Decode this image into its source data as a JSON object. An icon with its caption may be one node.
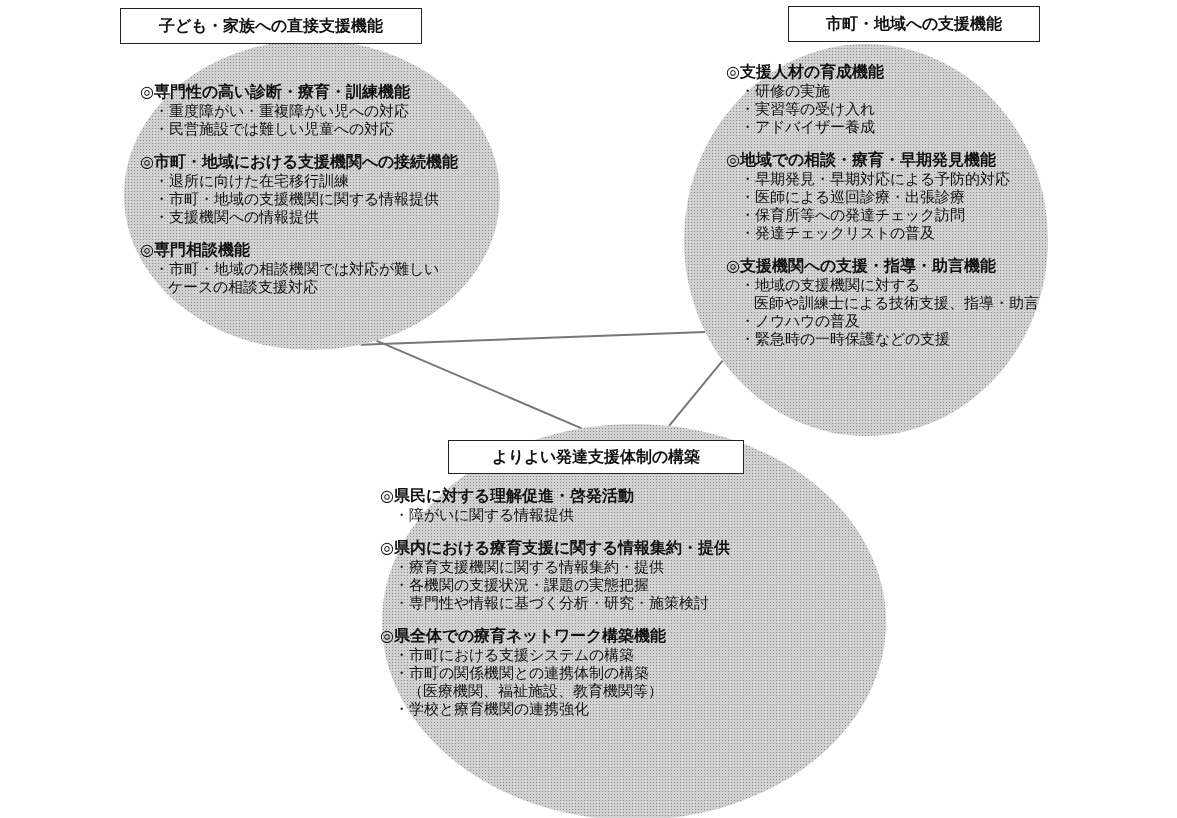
{
  "diagram": {
    "nodes": [
      {
        "text": [
          "子ども・家族への直接支援機能"
        ]
      },
      {
        "text": [
          "◎専門性の高い診断・療育・訓練機能",
          "・重度障がい・重複障がい児への対応",
          "・民営施設では難しい児童への対応",
          "◎市町・地域における支援機関への接続機能",
          "・退所に向けた在宅移行訓練",
          "・市町・地域の支援機関に関する情報提供",
          "・支援機関への情報提供",
          "◎専門相談機能",
          "・市町・地域の相談機関では対応が難しいケースの相談支援対応"
        ]
      },
      {
        "text": [
          "市町・地域への支援機能"
        ]
      },
      {
        "text": [
          "◎支援人材の育成機能",
          "・研修の実施",
          "・実習等の受け入れ",
          "・アドバイザー養成",
          "◎地域での相談・療育・早期発見機能",
          "・早期発見・早期対応による予防的対応",
          "・医師による巡回診療・出張診療",
          "・保育所等への発達チェック訪問",
          "・発達チェックリストの普及",
          "◎支援機関への支援・指導・助言機能",
          "・地域の支援機関に対する医師や訓練士による技術支援、指導・助言",
          "・ノウハウの普及",
          "・緊急時の一時保護などの支援"
        ]
      },
      {
        "text": [
          "よりよい発達支援体制の構築"
        ],
        "in": 5
      },
      {
        "text": [
          "◎県民に対する理解促進・啓発活動",
          "・障がいに関する情報提供",
          "◎県内における療育支援に関する情報集約・提供",
          "・療育支援機関に関する情報集約・提供",
          "・各機関の支援状況・課題の実態把握",
          "・専門性や情報に基づく分析・研究・施策検討",
          "◎県全体での療育ネットワーク構築機能",
          "・市町における支援システムの構築",
          "・市町の関係機関との連携体制の構築（医療機関、福祉施設、教育機関等）",
          "・学校と療育機関の連携強化"
        ]
      }
    ],
    "edges": [
      {
        "from": 1,
        "to": 3,
        "arrow": "none"
      },
      {
        "from": 1,
        "to": 5,
        "arrow": "none"
      },
      {
        "from": 3,
        "to": 5,
        "arrow": "none"
      }
    ]
  }
}
